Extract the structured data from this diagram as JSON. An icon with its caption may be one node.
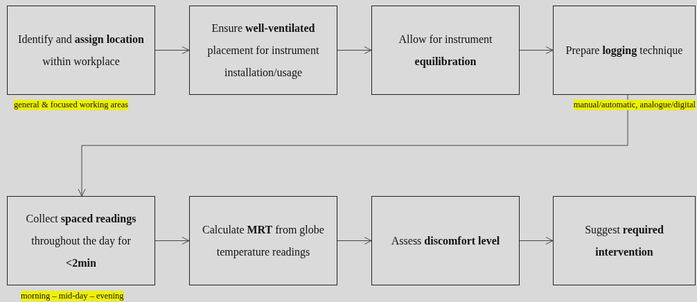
{
  "diagram": {
    "nodes": [
      {
        "text": [
          "Identify and **assign location** within workplace"
        ],
        "beside": [
          "general & focused working areas"
        ]
      },
      {
        "text": [
          "Ensure **well-ventilated** placement for instrument installation/usage"
        ]
      },
      {
        "text": [
          "Allow for instrument **equilibration**"
        ]
      },
      {
        "text": [
          "Prepare **logging** technique"
        ],
        "beside": [
          "manual/automatic, analogue/digital"
        ]
      },
      {
        "text": [
          "Collect **spaced readings** throughout the day for **<2min**"
        ],
        "beside": [
          "morning – mid-day – evening"
        ]
      },
      {
        "text": [
          "Calculate **MRT** from globe temperature readings"
        ]
      },
      {
        "text": [
          "Assess **discomfort level**"
        ]
      },
      {
        "text": [
          "Suggest **required intervention**"
        ]
      }
    ],
    "edges": [
      {
        "from": 0,
        "to": 1,
        "arrow": "to"
      },
      {
        "from": 1,
        "to": 2,
        "arrow": "to"
      },
      {
        "from": 2,
        "to": 3,
        "arrow": "to"
      },
      {
        "from": 3,
        "to": 4,
        "arrow": "to"
      },
      {
        "from": 4,
        "to": 5,
        "arrow": "to"
      },
      {
        "from": 5,
        "to": 6,
        "arrow": "to"
      },
      {
        "from": 6,
        "to": 7,
        "arrow": "to"
      }
    ]
  }
}
